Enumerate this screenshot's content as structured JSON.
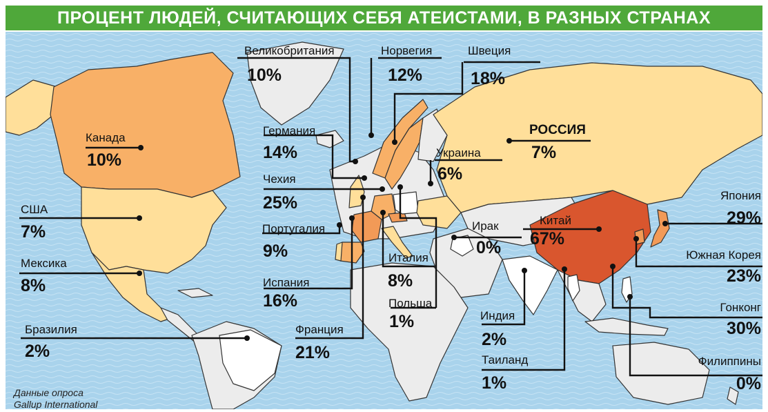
{
  "title": "ПРОЦЕНТ ЛЮДЕЙ, СЧИТАЮЩИХ СЕБЯ АТЕИСТАМИ, В РАЗНЫХ СТРАНАХ",
  "source": [
    "Данные опроса",
    "Gallup International"
  ],
  "colors": {
    "title_bg": "#4fa83a",
    "ocean": "#a9d3ec",
    "land_default": "#ececec",
    "border": "#333333",
    "scale_0_2": "#ffffff",
    "scale_6_12": "#ffdf9a",
    "scale_14_18": "#f8b067",
    "scale_21_30": "#f29a57",
    "scale_67": "#d9562e"
  },
  "countries": [
    {
      "name": "Великобритания",
      "value": "10%",
      "percent": 10
    },
    {
      "name": "Норвегия",
      "value": "12%",
      "percent": 12
    },
    {
      "name": "Швеция",
      "value": "18%",
      "percent": 18
    },
    {
      "name": "Канада",
      "value": "10%",
      "percent": 10
    },
    {
      "name": "Германия",
      "value": "14%",
      "percent": 14
    },
    {
      "name": "РОССИЯ",
      "value": "7%",
      "percent": 7
    },
    {
      "name": "Украина",
      "value": "6%",
      "percent": 6
    },
    {
      "name": "Чехия",
      "value": "25%",
      "percent": 25
    },
    {
      "name": "США",
      "value": "7%",
      "percent": 7
    },
    {
      "name": "Япония",
      "value": "29%",
      "percent": 29
    },
    {
      "name": "Португалия",
      "value": "9%",
      "percent": 9
    },
    {
      "name": "Ирак",
      "value": "0%",
      "percent": 0
    },
    {
      "name": "Китай",
      "value": "67%",
      "percent": 67
    },
    {
      "name": "Мексика",
      "value": "8%",
      "percent": 8
    },
    {
      "name": "Италия",
      "value": "8%",
      "percent": 8
    },
    {
      "name": "Южная Корея",
      "value": "23%",
      "percent": 23
    },
    {
      "name": "Испания",
      "value": "16%",
      "percent": 16
    },
    {
      "name": "Польша",
      "value": "1%",
      "percent": 1
    },
    {
      "name": "Индия",
      "value": "2%",
      "percent": 2
    },
    {
      "name": "Гонконг",
      "value": "30%",
      "percent": 30
    },
    {
      "name": "Бразилия",
      "value": "2%",
      "percent": 2
    },
    {
      "name": "Франция",
      "value": "21%",
      "percent": 21
    },
    {
      "name": "Таиланд",
      "value": "1%",
      "percent": 1
    },
    {
      "name": "Филиппины",
      "value": "0%",
      "percent": 0
    }
  ]
}
